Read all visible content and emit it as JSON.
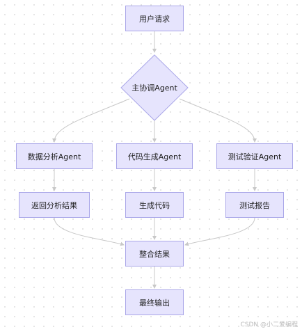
{
  "nodes": {
    "user_request": "用户请求",
    "main_coordinator": "主协调Agent",
    "data_analysis": "数据分析Agent",
    "code_generation": "代码生成Agent",
    "test_verification": "测试验证Agent",
    "return_analysis": "返回分析结果",
    "generate_code": "生成代码",
    "test_report": "测试报告",
    "integrate_results": "整合结果",
    "final_output": "最终输出"
  },
  "edges": [
    [
      "user_request",
      "main_coordinator"
    ],
    [
      "main_coordinator",
      "data_analysis"
    ],
    [
      "main_coordinator",
      "code_generation"
    ],
    [
      "main_coordinator",
      "test_verification"
    ],
    [
      "data_analysis",
      "return_analysis"
    ],
    [
      "code_generation",
      "generate_code"
    ],
    [
      "test_verification",
      "test_report"
    ],
    [
      "return_analysis",
      "integrate_results"
    ],
    [
      "generate_code",
      "integrate_results"
    ],
    [
      "test_report",
      "integrate_results"
    ],
    [
      "integrate_results",
      "final_output"
    ]
  ],
  "colors": {
    "node_fill": "#e6e4fd",
    "node_border": "#a9a6e8",
    "edge": "#c8c8c8"
  },
  "watermark": "CSDN @小二爱编程"
}
